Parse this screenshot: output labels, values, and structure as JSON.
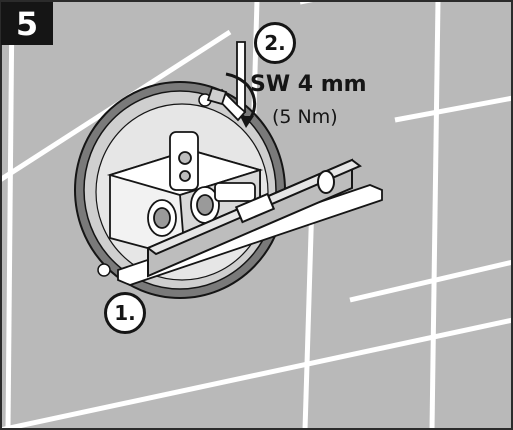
{
  "step": {
    "number": "5"
  },
  "callouts": {
    "first": "1.",
    "second": "2."
  },
  "spec": {
    "key_size": "SW 4 mm",
    "torque": "(5 Nm)"
  },
  "colors": {
    "background": "#b9b9b9",
    "grout": "#ffffff",
    "ink": "#151515",
    "frame": "#2b2b2b"
  },
  "icons": {
    "tool": "hex-key-icon",
    "level": "spirit-level-icon"
  }
}
